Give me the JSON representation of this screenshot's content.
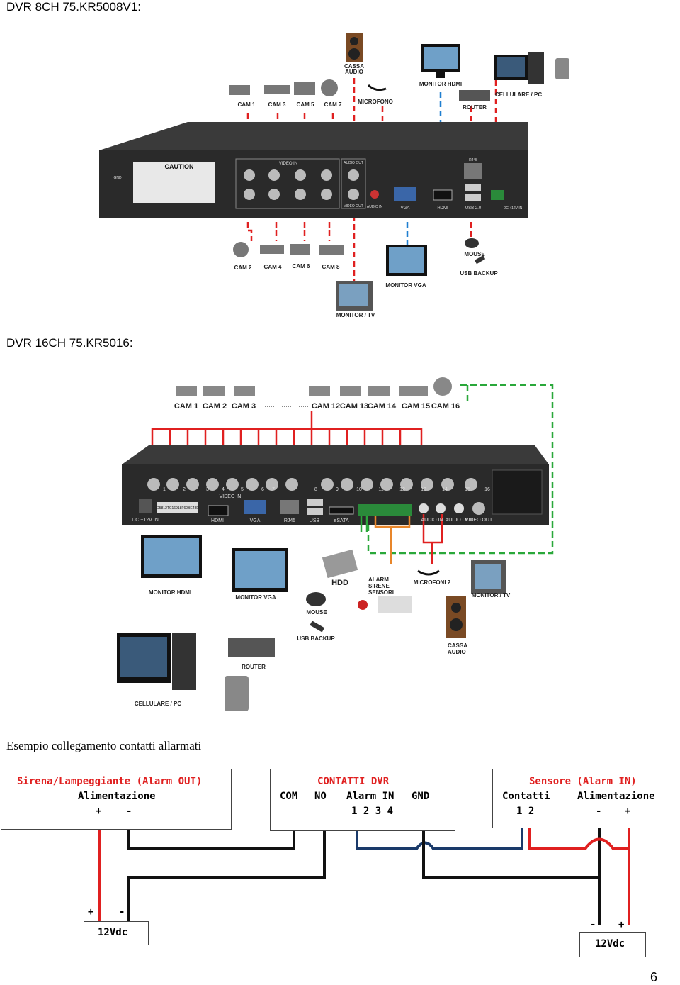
{
  "section1": {
    "title": "DVR 8CH 75.KR5008V1:",
    "devices": {
      "cassa_audio": "CASSA\nAUDIO",
      "monitor_hdmi": "MONITOR HDMI",
      "cellulare_pc": "CELLULARE / PC",
      "router": "ROUTER",
      "microfono": "MICROFONO",
      "mouse": "MOUSE",
      "usb_backup": "USB BACKUP",
      "monitor_vga": "MONITOR VGA",
      "monitor_tv": "MONITOR / TV"
    },
    "cams_top": [
      "CAM 1",
      "CAM 3",
      "CAM 5",
      "CAM 7"
    ],
    "cams_bottom": [
      "CAM 2",
      "CAM 4",
      "CAM 6",
      "CAM 8"
    ],
    "panel": {
      "caution": "CAUTION",
      "video_in": "VIDEO IN",
      "audio_out": "AUDIO OUT",
      "video_out": "VIDEO OUT",
      "audio_in": "AUDIO IN",
      "vga": "VGA",
      "hdmi": "HDMI",
      "rj45": "RJ45",
      "usb": "USB 2.0",
      "gnd": "GND",
      "dc": "DC +12V IN"
    }
  },
  "section2": {
    "title": "DVR 16CH 75.KR5016:",
    "cams_top": [
      "CAM 1",
      "CAM 2",
      "CAM 3",
      "CAM 12",
      "CAM 13",
      "CAM 14",
      "CAM 15",
      "CAM 16"
    ],
    "ports": [
      "1",
      "2",
      "3",
      "4",
      "5",
      "6",
      "7",
      "8",
      "9",
      "10",
      "11",
      "12",
      "13",
      "14",
      "15",
      "16"
    ],
    "panel": {
      "video_in": "VIDEO IN",
      "hdmi": "HDMI",
      "vga": "VGA",
      "rj45": "RJ45",
      "usb": "USB",
      "esata": "eSATA",
      "audio_in": "AUDIO IN",
      "audio_out": "AUDIO OUT",
      "video_out": "VIDEO OUT",
      "dc": "DC +12V IN",
      "serial": "D5812TC16918F60BE48D"
    },
    "devices": {
      "monitor_hdmi": "MONITOR HDMI",
      "monitor_vga": "MONITOR VGA",
      "hdd": "HDD",
      "alarm": "ALARM\nSIRENE\nSENSORI",
      "microfoni": "MICROFONI 2",
      "monitor_tv": "MONITOR / TV",
      "mouse": "MOUSE",
      "usb_backup": "USB BACKUP",
      "cassa_audio": "CASSA\nAUDIO",
      "router": "ROUTER",
      "cellulare_pc": "CELLULARE / PC"
    }
  },
  "section3": {
    "title": "Esempio collegamento contatti allarmati",
    "box_left": {
      "title": "Sirena/Lampeggiante (Alarm OUT)",
      "subtitle": "Alimentazione",
      "plus": "+",
      "minus": "-"
    },
    "box_mid": {
      "title": "CONTATTI DVR",
      "com": "COM",
      "no": "NO",
      "alarm_in": "Alarm IN",
      "gnd": "GND",
      "numbers": "1 2 3 4"
    },
    "box_right": {
      "title": "Sensore (Alarm IN)",
      "contatti": "Contatti",
      "alimentazione": "Alimentazione",
      "numbers": "1 2",
      "minus": "-",
      "plus": "+"
    },
    "psu_left": {
      "plus": "+",
      "minus": "-",
      "label": "12Vdc"
    },
    "psu_right": {
      "minus": "-",
      "plus": "+",
      "label": "12Vdc"
    }
  },
  "page_number": "6",
  "colors": {
    "red_wire": "#e02020",
    "blue_wire": "#1f7fd0",
    "green_wire": "#2aa83a",
    "orange_wire": "#e8862a",
    "navy_wire": "#1a3a6a",
    "dvr_body": "#2a2a2a"
  }
}
